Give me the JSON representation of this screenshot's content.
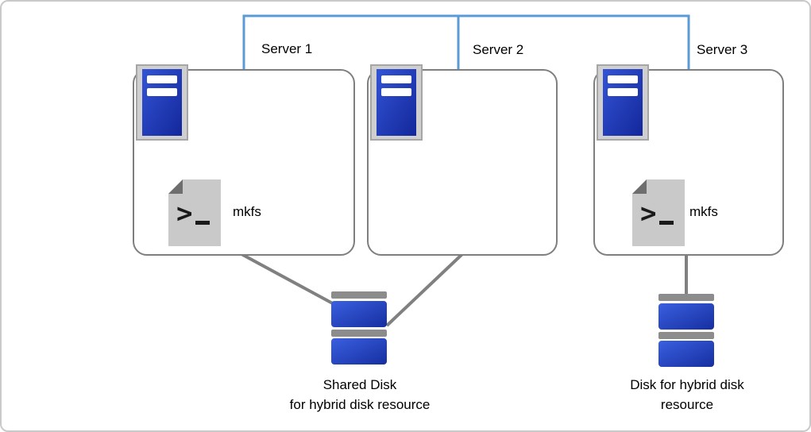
{
  "diagram": {
    "servers": [
      {
        "label": "Server 1"
      },
      {
        "label": "Server 2"
      },
      {
        "label": "Server 3"
      }
    ],
    "mkfs": {
      "label": "mkfs"
    },
    "shared_disk": {
      "label_line1": "Shared Disk",
      "label_line2": "for hybrid disk resource"
    },
    "single_disk": {
      "label_line1": "Disk for hybrid disk",
      "label_line2": "resource"
    },
    "icons": {
      "server": "server-tower-icon",
      "mkfs": "terminal-file-icon",
      "disk": "disk-stack-icon"
    },
    "colors": {
      "connector_blue": "#5B9BD5",
      "connector_gray": "#808080",
      "box_border": "#7f7f7f",
      "text_color": "#000000"
    }
  }
}
